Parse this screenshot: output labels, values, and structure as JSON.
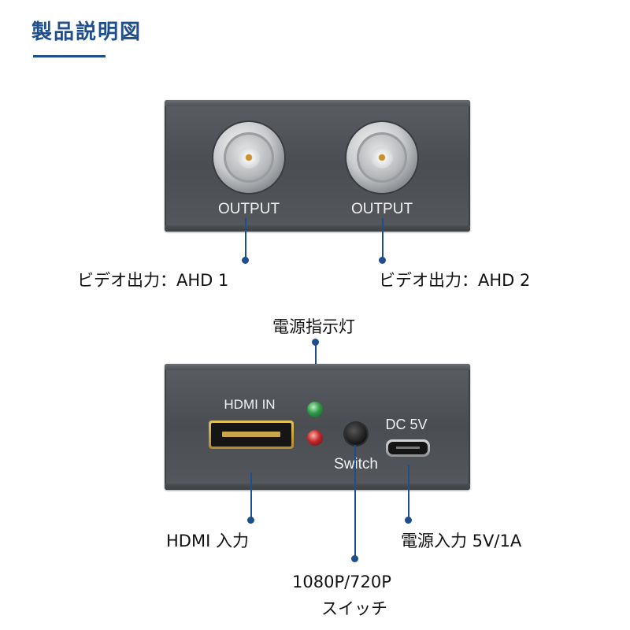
{
  "header": {
    "title": "製品説明図"
  },
  "top_panel": {
    "port_left_label": "OUTPUT",
    "port_right_label": "OUTPUT",
    "callout_left": "ビデオ出力：AHD 1",
    "callout_right": "ビデオ出力：AHD 2"
  },
  "bottom_panel": {
    "hdmi_label": "HDMI IN",
    "dc_label": "DC 5V",
    "switch_label": "Switch",
    "callout_power_led": "電源指示灯",
    "callout_hdmi": "HDMI 入力",
    "callout_power_in": "電源入力 5V/1A",
    "callout_switch_line1": "1080P/720P",
    "callout_switch_line2": "スイッチ"
  },
  "colors": {
    "accent": "#1f4e8c",
    "panel": "#4f5256",
    "led_green": "#2e9a48",
    "led_red": "#c0282a",
    "hdmi_gold": "#c9a64b"
  },
  "icons": [
    "bnc-connector-icon",
    "hdmi-port-icon",
    "micro-usb-port-icon",
    "led-indicator-icon",
    "push-button-icon"
  ]
}
